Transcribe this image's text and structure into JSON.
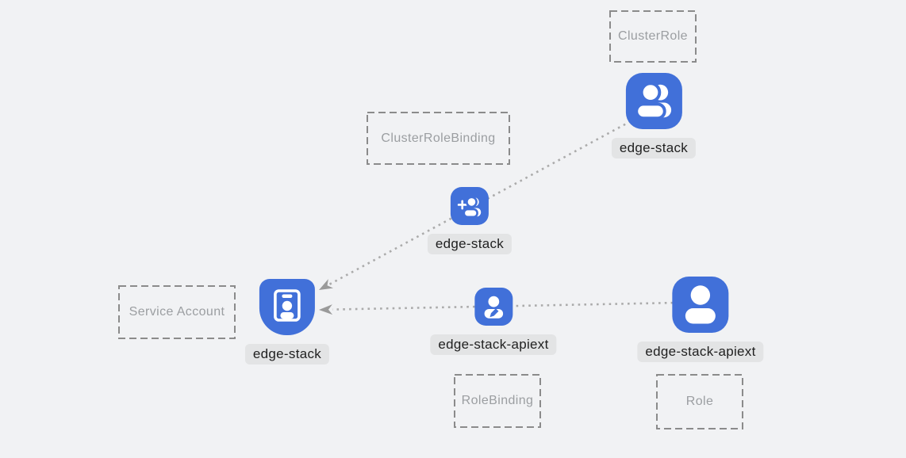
{
  "diagram": {
    "background": "#f1f2f4",
    "colors": {
      "icon_blue": "#4170d9",
      "chip_bg": "#e3e4e5",
      "chip_text": "#1f1f1f",
      "dashed_border": "#8b8b8b",
      "box_label_text": "#9b9ea1",
      "dotted_line": "#ababab",
      "arrowhead": "#9a9a9a"
    },
    "boxes": [
      {
        "label": "ClusterRole"
      },
      {
        "label": "ClusterRoleBinding"
      },
      {
        "label": "Service Account"
      },
      {
        "label": "RoleBinding"
      },
      {
        "label": "Role"
      }
    ],
    "nodes": [
      {
        "label": "edge-stack",
        "icon": "users-icon",
        "near_box": "ClusterRole"
      },
      {
        "label": "edge-stack",
        "icon": "user-add-icon",
        "near_box": "ClusterRoleBinding"
      },
      {
        "label": "edge-stack",
        "icon": "id-badge-icon",
        "near_box": "Service Account"
      },
      {
        "label": "edge-stack-apiext",
        "icon": "user-edit-icon",
        "near_box": "RoleBinding"
      },
      {
        "label": "edge-stack-apiext",
        "icon": "user-icon",
        "near_box": "Role"
      }
    ],
    "edges": [
      {
        "from": "ClusterRole edge-stack",
        "to": "Service Account edge-stack",
        "style": "dotted",
        "arrow": "at-target"
      },
      {
        "from": "Role edge-stack-apiext",
        "to": "Service Account edge-stack",
        "style": "dotted",
        "arrow": "at-target"
      }
    ]
  }
}
